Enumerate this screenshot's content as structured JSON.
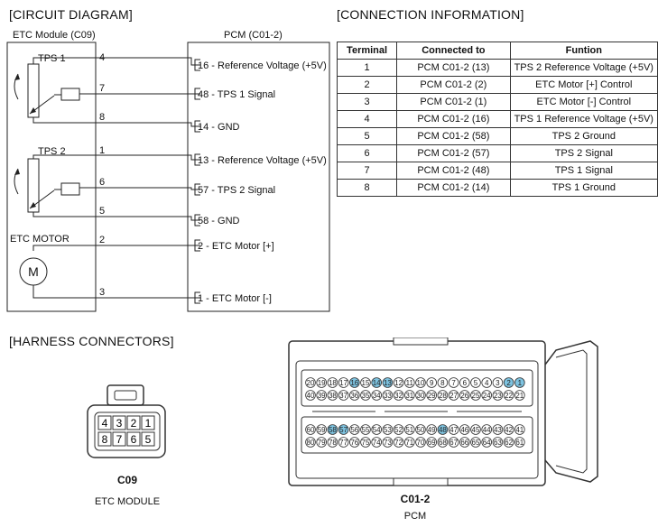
{
  "sections": {
    "circuit": "[CIRCUIT DIAGRAM]",
    "connection": "[CONNECTION INFORMATION]",
    "harness": "[HARNESS CONNECTORS]"
  },
  "circuit": {
    "etc_module": "ETC Module (C09)",
    "pcm": "PCM (C01-2)",
    "tps1": "TPS 1",
    "tps2": "TPS 2",
    "etc_motor": "ETC MOTOR",
    "motor_symbol": "M",
    "pins_left": [
      "4",
      "7",
      "8",
      "1",
      "6",
      "5",
      "2",
      "3"
    ],
    "pins_right": [
      "16 - Reference Voltage (+5V)",
      "48 - TPS 1 Signal",
      "14 - GND",
      "13 - Reference Voltage (+5V)",
      "57 - TPS 2 Signal",
      "58 - GND",
      "2 - ETC Motor [+]",
      "1 - ETC Motor [-]"
    ]
  },
  "table": {
    "headers": [
      "Terminal",
      "Connected to",
      "Funtion"
    ],
    "rows": [
      [
        "1",
        "PCM C01-2 (13)",
        "TPS 2 Reference Voltage (+5V)"
      ],
      [
        "2",
        "PCM C01-2 (2)",
        "ETC Motor [+] Control"
      ],
      [
        "3",
        "PCM C01-2 (1)",
        "ETC Motor [-] Control"
      ],
      [
        "4",
        "PCM C01-2 (16)",
        "TPS 1 Reference Voltage (+5V)"
      ],
      [
        "5",
        "PCM C01-2 (58)",
        "TPS 2 Ground"
      ],
      [
        "6",
        "PCM C01-2 (57)",
        "TPS 2 Signal"
      ],
      [
        "7",
        "PCM C01-2 (48)",
        "TPS 1 Signal"
      ],
      [
        "8",
        "PCM C01-2 (14)",
        "TPS 1 Ground"
      ]
    ]
  },
  "connectors": {
    "c09": {
      "title": "C09",
      "caption": "ETC MODULE",
      "top_pins": [
        "4",
        "3",
        "2",
        "1"
      ],
      "bottom_pins": [
        "8",
        "7",
        "6",
        "5"
      ]
    },
    "c01": {
      "title": "C01-2",
      "caption": "PCM",
      "row1": [
        "20",
        "19",
        "18",
        "17",
        "16",
        "15",
        "14",
        "13",
        "12",
        "11",
        "10",
        "9",
        "8",
        "7",
        "6",
        "5",
        "4",
        "3",
        "2",
        "1"
      ],
      "row2": [
        "40",
        "39",
        "38",
        "37",
        "36",
        "35",
        "34",
        "33",
        "32",
        "31",
        "30",
        "29",
        "28",
        "27",
        "26",
        "25",
        "24",
        "23",
        "22",
        "21"
      ],
      "row3": [
        "60",
        "59",
        "58",
        "57",
        "56",
        "55",
        "54",
        "53",
        "52",
        "51",
        "50",
        "49",
        "48",
        "47",
        "46",
        "45",
        "44",
        "43",
        "42",
        "41"
      ],
      "row4": [
        "80",
        "79",
        "78",
        "77",
        "76",
        "75",
        "74",
        "73",
        "72",
        "71",
        "70",
        "69",
        "68",
        "67",
        "66",
        "65",
        "64",
        "63",
        "62",
        "61"
      ],
      "highlighted": [
        "16",
        "14",
        "13",
        "2",
        "1",
        "58",
        "57",
        "48"
      ],
      "highlight_color": "#7ec3e0"
    }
  }
}
